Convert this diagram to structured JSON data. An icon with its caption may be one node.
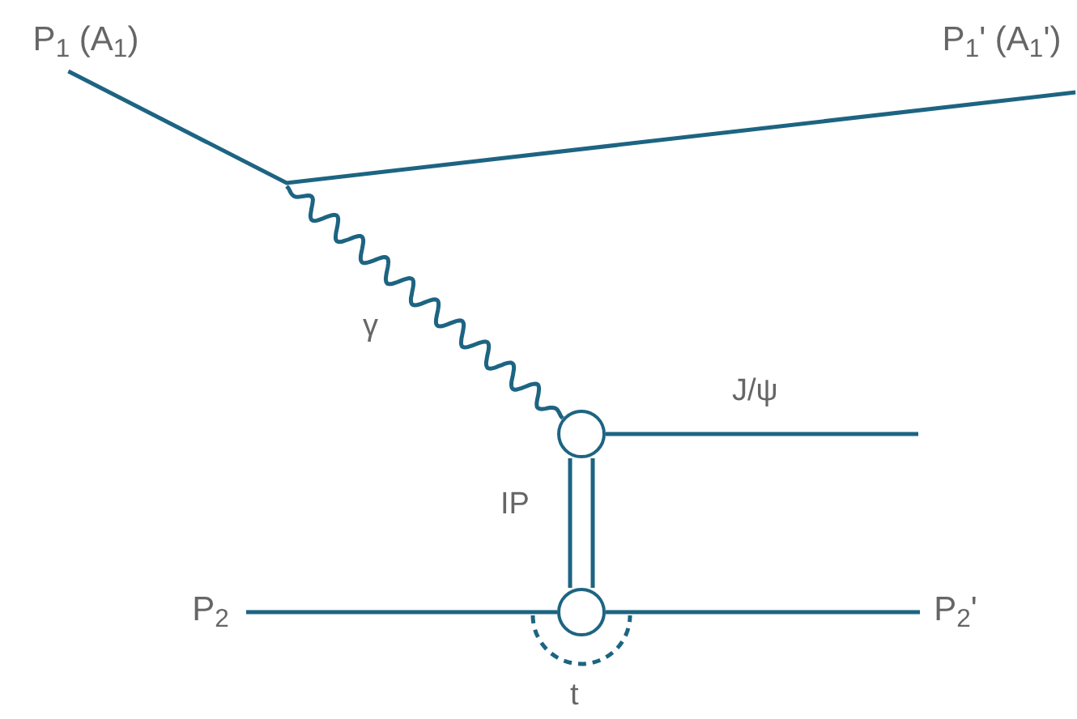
{
  "diagram": {
    "nodes": [
      {
        "text": [
          "P$_{1}$ (A$_{1}$)"
        ]
      },
      {
        "text": [
          "P$_{1}$' (A$_{1}$')"
        ]
      },
      {
        "text": [],
        "shape": "circle"
      },
      {
        "text": [],
        "shape": "circle"
      },
      {
        "text": [
          "P$_{2}$"
        ]
      },
      {
        "text": [
          "P$_{2}$'"
        ]
      }
    ],
    "edges": [
      {
        "from": 0,
        "to": 1,
        "arrow": "none"
      },
      {
        "from": null,
        "to": 2,
        "arrow": "none",
        "label": "γ"
      },
      {
        "from": 2,
        "to": null,
        "arrow": "none",
        "label": "J/ψ"
      },
      {
        "from": 2,
        "to": 3,
        "arrow": "none",
        "label": "IP"
      },
      {
        "from": 4,
        "to": 3,
        "arrow": "none"
      },
      {
        "from": 3,
        "to": 5,
        "arrow": "none"
      }
    ],
    "labels": [
      "t"
    ]
  }
}
